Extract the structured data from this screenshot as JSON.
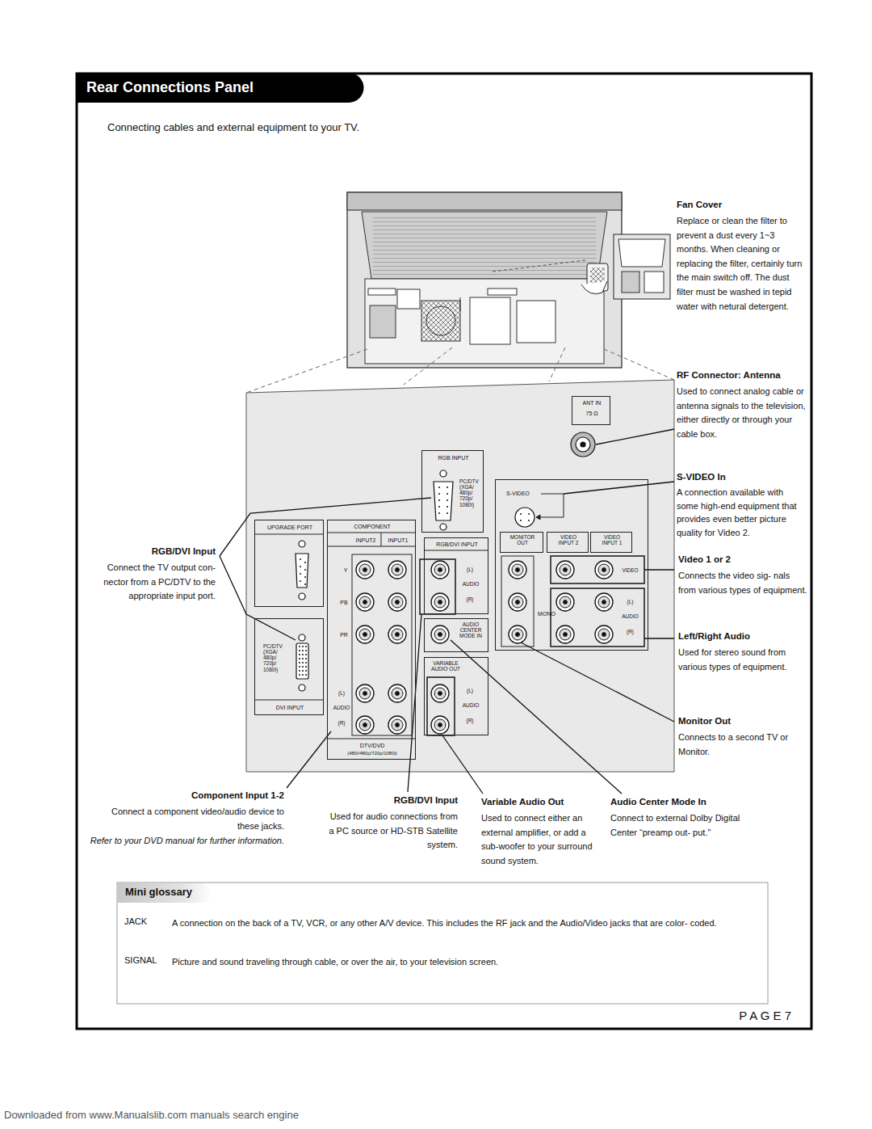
{
  "diagram": {
    "title": "Rear Connections Panel",
    "nodes": [
      {
        "text": [
          "ANT IN",
          "75 Ω"
        ]
      },
      {
        "text": [
          "RGB INPUT",
          "PC/DTV (XGA/ 480p/ 720p/ 1080i)"
        ]
      },
      {
        "text": [
          "UPGRADE PORT"
        ]
      },
      {
        "text": [
          "PC/DTV (XGA/ 480p/ 720p/ 1080i)",
          "DVI INPUT"
        ]
      },
      {
        "text": [
          "COMPONENT",
          "INPUT2",
          "INPUT1",
          "Y",
          "PB",
          "PR",
          "(L)",
          "AUDIO",
          "(R)",
          "DTV/DVD",
          "(480i/480p/720p/1080i)"
        ]
      },
      {
        "text": [
          "RGB/DVI INPUT",
          "(L)",
          "AUDIO",
          "(R)"
        ]
      },
      {
        "text": [
          "AUDIO CENTER MODE IN"
        ]
      },
      {
        "text": [
          "VARIABLE AUDIO OUT",
          "(L)",
          "AUDIO",
          "(R)"
        ]
      },
      {
        "text": [
          "S-VIDEO",
          "MONO",
          "VIDEO",
          "(L)",
          "AUDIO",
          "(R)"
        ]
      },
      {
        "text": [
          "MONITOR OUT"
        ],
        "in": 8
      },
      {
        "text": [
          "VIDEO INPUT 2"
        ],
        "in": 8
      },
      {
        "text": [
          "VIDEO INPUT 1"
        ],
        "in": 8
      },
      {
        "text": [
          "Mini glossary",
          "JACK",
          "A connection on the back of a TV, VCR, or any other A/V device. This includes the RF jack and the Audio/Video jacks that are color- coded.",
          "SIGNAL",
          "Picture and sound traveling through cable, or over the air, to your television screen."
        ]
      }
    ],
    "labels": [
      "Connecting cables and external equipment to your TV.",
      "Fan Cover",
      "Replace or clean the filter to prevent a dust every 1~3 months. When cleaning or replacing the filter, certainly turn the main switch off. The dust filter must be washed in tepid water with netural detergent.",
      "RF Connector: Antenna",
      "Used to connect analog cable or antenna signals to the television, either directly or through your cable box.",
      "S-VIDEO In",
      "A connection available with some high-end equipment that provides even better picture quality for Video 2.",
      "Video 1 or 2",
      "Connects the video sig- nals from various types of equipment.",
      "Left/Right Audio",
      "Used for stereo sound from various types of equipment.",
      "Monitor Out",
      "Connects to a second TV or Monitor.",
      "RGB/DVI Input",
      "Connect the TV output con- nector from a PC/DTV to the appropriate input port.",
      "Component Input 1-2",
      "Connect a component video/audio device to these jacks.",
      "Refer to your DVD manual for further information.",
      "RGB/DVI Input",
      "Used for audio connections from a PC source or HD-STB Satellite system.",
      "Variable Audio Out",
      "Used to connect either an external amplifier, or add a sub-woofer to your surround sound system.",
      "Audio Center Mode In",
      "Connect to external Dolby Digital Center “preamp out- put.”",
      "P A G E 7",
      "Downloaded from www.Manualslib.com manuals search engine"
    ]
  }
}
